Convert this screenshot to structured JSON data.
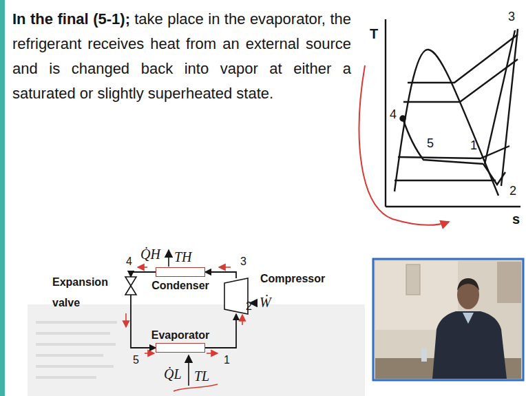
{
  "diagram": {
    "nodes": [
      {
        "text": [
          "Condenser"
        ]
      },
      {
        "text": [
          "Compressor"
        ]
      },
      {
        "text": [
          "Expansion valve"
        ]
      },
      {
        "text": [
          "Evaporator"
        ]
      }
    ],
    "edges": [
      {
        "from": 1,
        "to": 0,
        "arrow": "to",
        "label": "3"
      },
      {
        "from": 0,
        "to": 2,
        "arrow": "to",
        "label": "4"
      },
      {
        "from": 2,
        "to": 3,
        "arrow": "to",
        "label": "5"
      },
      {
        "from": 3,
        "to": 1,
        "arrow": "to",
        "label": "2"
      }
    ],
    "labels": [
      "In the final (5-1);",
      "take place in the evaporator, the refrigerant receives heat from an external source and is changed back into vapor at either a saturated or slightly superheated state.",
      "T",
      "3",
      "4",
      "5",
      "1",
      "2",
      "s",
      "Q̇H",
      "TH",
      "Ẇ",
      "1",
      "Q̇L",
      "TL"
    ]
  }
}
